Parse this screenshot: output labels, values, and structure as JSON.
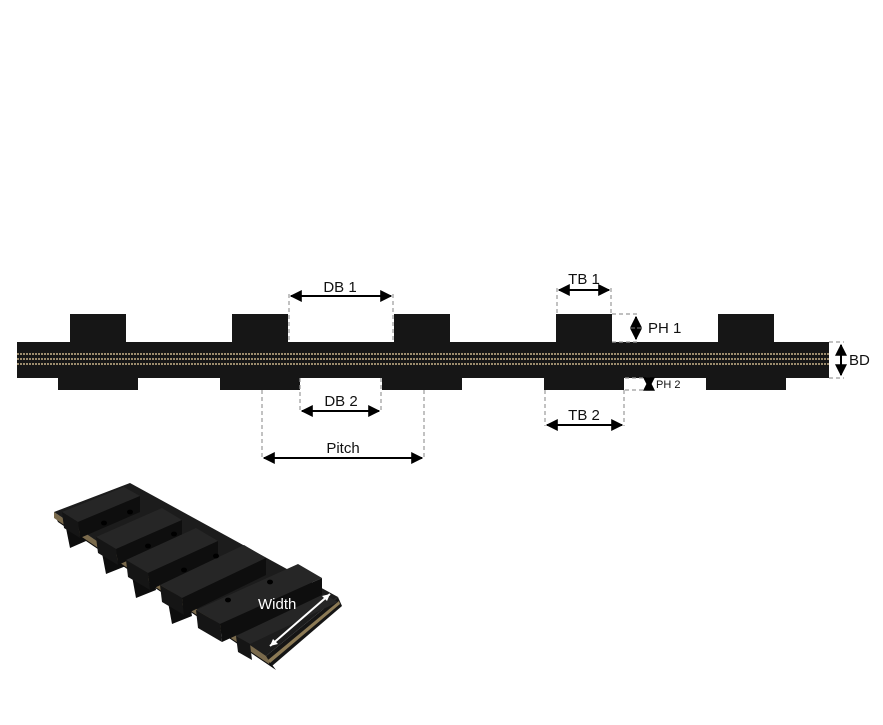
{
  "labels": {
    "db1": "DB 1",
    "db2": "DB 2",
    "tb1": "TB 1",
    "tb2": "TB 2",
    "ph1": "PH 1",
    "ph2": "PH 2",
    "bd": "BD",
    "pitch": "Pitch",
    "width": "Width"
  },
  "colors": {
    "belt": "#161616",
    "cord": "#c9b48a",
    "background": "#ffffff"
  }
}
